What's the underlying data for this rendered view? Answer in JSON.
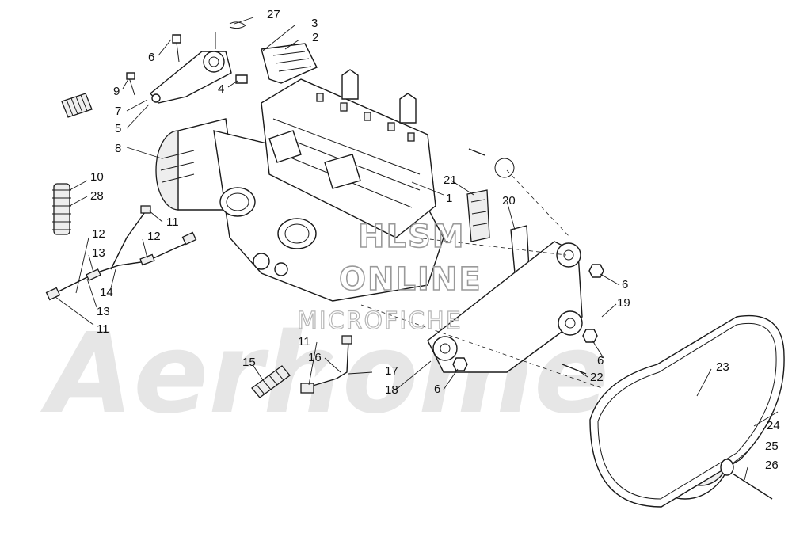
{
  "watermark": {
    "line1": "HLSM",
    "line2": "ONLINE",
    "line3": "MICROFICHE",
    "logo_text": "Aerhome"
  },
  "callouts": [
    {
      "id": "c27",
      "label": "27"
    },
    {
      "id": "c3",
      "label": "3"
    },
    {
      "id": "c2",
      "label": "2"
    },
    {
      "id": "c6a",
      "label": "6"
    },
    {
      "id": "c4",
      "label": "4"
    },
    {
      "id": "c9",
      "label": "9"
    },
    {
      "id": "c7",
      "label": "7"
    },
    {
      "id": "c5",
      "label": "5"
    },
    {
      "id": "c8",
      "label": "8"
    },
    {
      "id": "c10",
      "label": "10"
    },
    {
      "id": "c28",
      "label": "28"
    },
    {
      "id": "c11a",
      "label": "11"
    },
    {
      "id": "c12a",
      "label": "12"
    },
    {
      "id": "c12b",
      "label": "12"
    },
    {
      "id": "c13a",
      "label": "13"
    },
    {
      "id": "c14",
      "label": "14"
    },
    {
      "id": "c13b",
      "label": "13"
    },
    {
      "id": "c11b",
      "label": "11"
    },
    {
      "id": "c21",
      "label": "21"
    },
    {
      "id": "c1",
      "label": "1"
    },
    {
      "id": "c20",
      "label": "20"
    },
    {
      "id": "c6b",
      "label": "6"
    },
    {
      "id": "c19",
      "label": "19"
    },
    {
      "id": "c6c",
      "label": "6"
    },
    {
      "id": "c22",
      "label": "22"
    },
    {
      "id": "c11c",
      "label": "11"
    },
    {
      "id": "c16",
      "label": "16"
    },
    {
      "id": "c15",
      "label": "15"
    },
    {
      "id": "c17",
      "label": "17"
    },
    {
      "id": "c18",
      "label": "18"
    },
    {
      "id": "c6d",
      "label": "6"
    },
    {
      "id": "c23",
      "label": "23"
    },
    {
      "id": "c24",
      "label": "24"
    },
    {
      "id": "c25",
      "label": "25"
    },
    {
      "id": "c26",
      "label": "26"
    }
  ]
}
